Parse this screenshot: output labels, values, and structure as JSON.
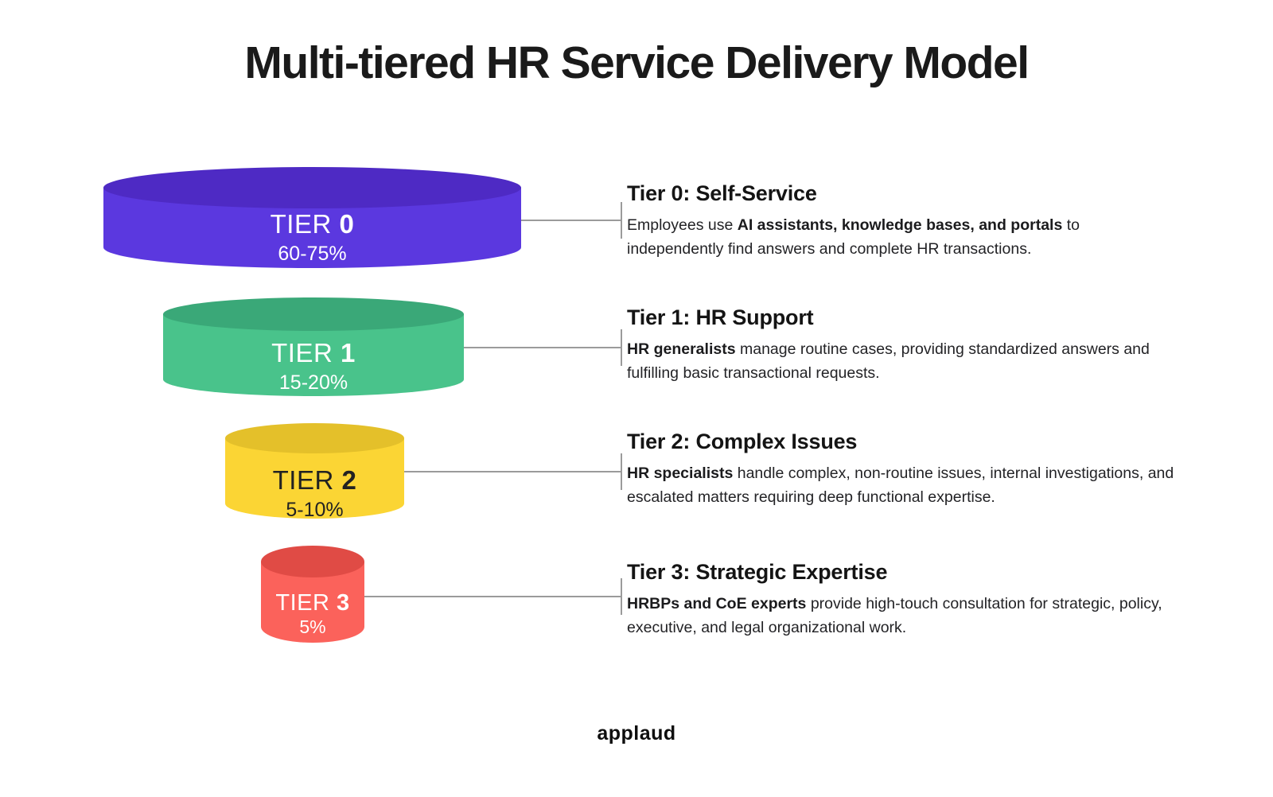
{
  "title": "Multi-tiered HR Service Delivery Model",
  "connector_color": "#9b9b9b",
  "footer_logo": "applaud",
  "tiers": [
    {
      "label_prefix": "TIER",
      "label_number": "0",
      "percent": "60-75%",
      "heading_prefix": "Tier 0: ",
      "heading_name": "Self-Service",
      "desc_pre": "Employees use ",
      "desc_bold": "AI assistants, knowledge bases, and portals",
      "desc_post": " to independently find answers and complete HR transactions.",
      "colors": {
        "cap": "#4e2ac4",
        "body": "#5b38df",
        "label": "#ffffff"
      }
    },
    {
      "label_prefix": "TIER",
      "label_number": "1",
      "percent": "15-20%",
      "heading_prefix": "Tier 1: ",
      "heading_name": "HR Support",
      "desc_pre": "",
      "desc_bold": "HR generalists",
      "desc_post": " manage routine cases, providing standardized answers and fulfilling basic transactional requests.",
      "colors": {
        "cap": "#3aa878",
        "body": "#49c38b",
        "label": "#ffffff"
      }
    },
    {
      "label_prefix": "TIER",
      "label_number": "2",
      "percent": "5-10%",
      "heading_prefix": "Tier 2: ",
      "heading_name": "Complex Issues",
      "desc_pre": "",
      "desc_bold": "HR specialists",
      "desc_post": " handle complex, non-routine issues, internal investigations, and escalated matters requiring deep functional expertise.",
      "colors": {
        "cap": "#e4c02a",
        "body": "#fbd534",
        "label": "#222222"
      }
    },
    {
      "label_prefix": "TIER",
      "label_number": "3",
      "percent": "5%",
      "heading_prefix": "Tier 3: ",
      "heading_name": "Strategic Expertise",
      "desc_pre": "",
      "desc_bold": "HRBPs and CoE experts",
      "desc_post": " provide high-touch consultation for strategic, policy, executive, and legal organizational work.",
      "colors": {
        "cap": "#e04b45",
        "body": "#fb625b",
        "label": "#ffffff"
      }
    }
  ]
}
